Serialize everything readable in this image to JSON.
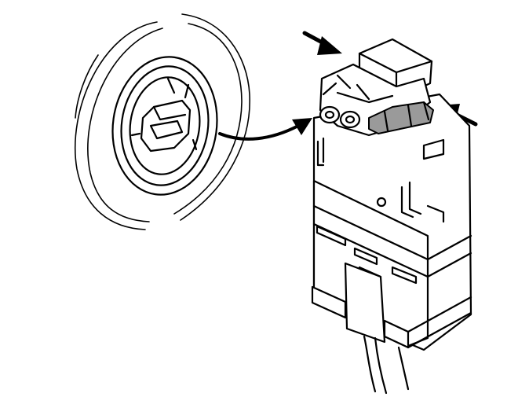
{
  "figure": {
    "type": "technical-line-illustration",
    "components": [
      "lamp-socket-opening",
      "bulb-holder-housing",
      "locking-tab",
      "wire-leads"
    ],
    "arrows": [
      "insertion-curved-arrow",
      "press-arrow-left",
      "press-arrow-right"
    ],
    "colors": {
      "line": "#000000",
      "background": "#ffffff",
      "highlight": "#9a9a9a"
    }
  }
}
